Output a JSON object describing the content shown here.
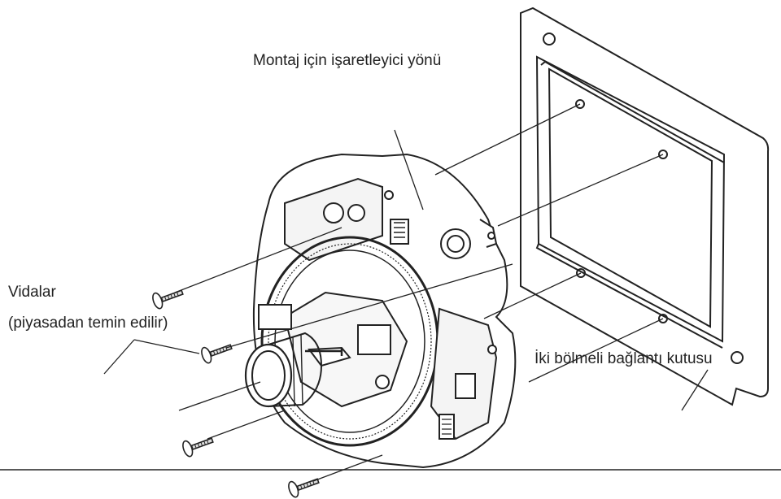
{
  "labels": {
    "marker_direction": "Montaj için işaretleyici yönü",
    "screws_title": "Vidalar",
    "screws_note": "(piyasadan temin edilir)",
    "gang_box": "İki bölmeli bağlantı kutusu"
  },
  "icons": {
    "screws": "screw-icon",
    "camera": "dome-camera-base-icon",
    "box": "two-gang-junction-box-icon"
  },
  "colors": {
    "line": "#222222",
    "background": "#ffffff"
  }
}
